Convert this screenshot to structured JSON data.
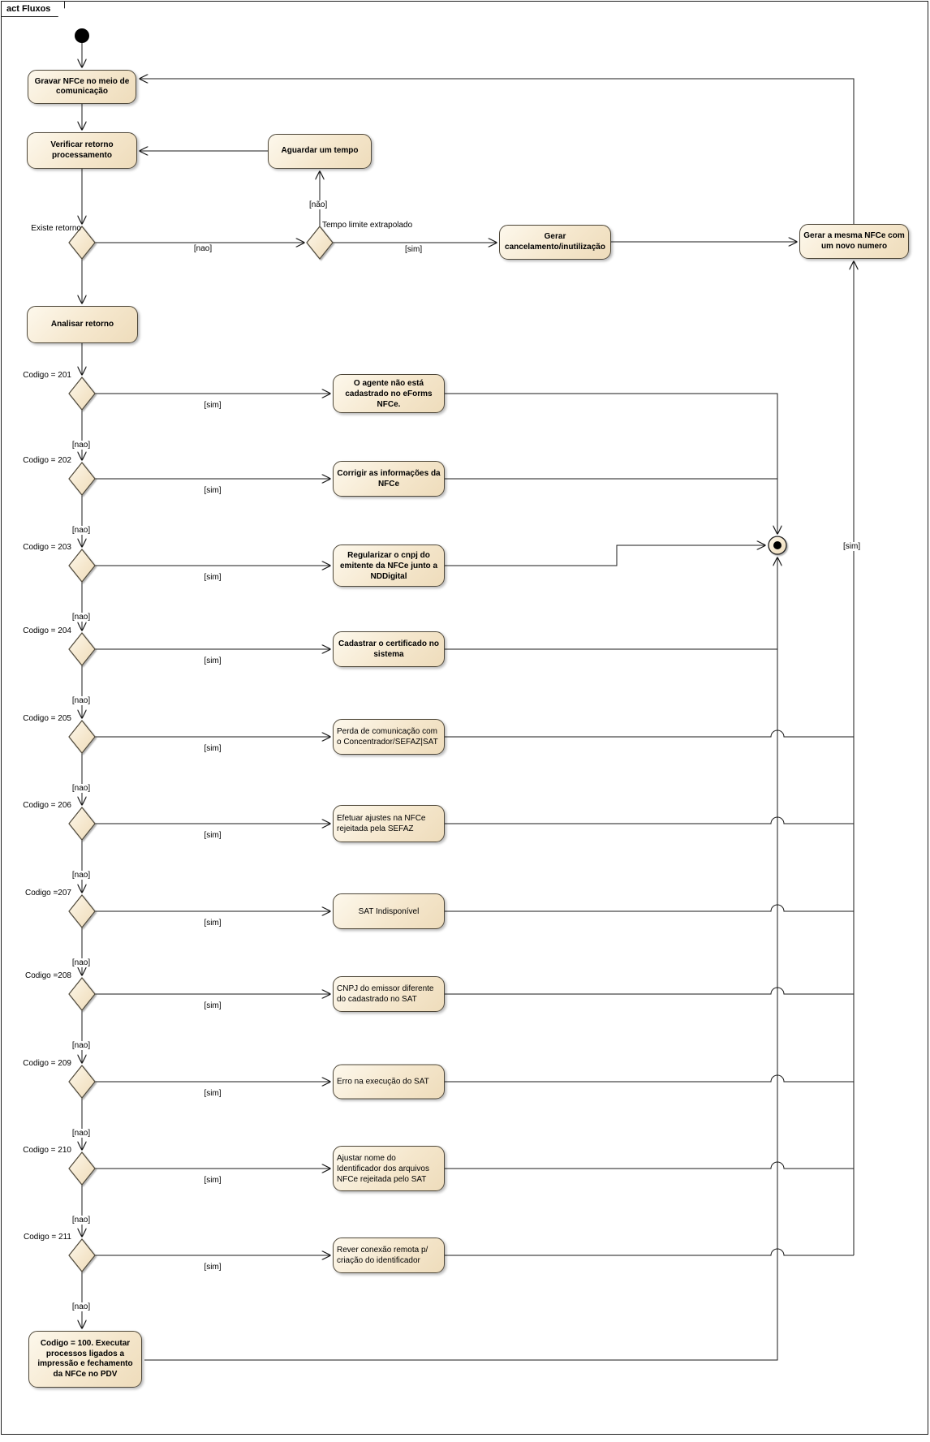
{
  "frame": {
    "title": "act Fluxos"
  },
  "colors": {
    "node_fill_light": "#fdf8ec",
    "node_fill_mid": "#f5e7cd",
    "node_fill_dark": "#eedcbb",
    "node_border": "#4f483a",
    "line": "#1a1a1a"
  },
  "nodes": {
    "gravar": {
      "label": "Gravar NFCe no meio de comunicação"
    },
    "verificar": {
      "label": "Verificar retorno processamento"
    },
    "aguardar": {
      "label": "Aguardar um tempo"
    },
    "cancelamento": {
      "label": "Gerar cancelamento/inutilização"
    },
    "mesma": {
      "label": "Gerar a mesma NFCe com um novo numero"
    },
    "analisar": {
      "label": "Analisar retorno"
    },
    "codigo100": {
      "label": "Codigo = 100. Executar processos ligados a impressão e fechamento da NFCe no PDV"
    }
  },
  "labels": {
    "existe_retorno": "Existe retorno",
    "tempo_limite": "Tempo limite extrapolado",
    "sim": "[sim]",
    "nao": "[nao]",
    "nao_accent": "[não]"
  },
  "rows": [
    {
      "code": "Codigo = 201",
      "action": "O agente não está cadastrado no eForms NFCe."
    },
    {
      "code": "Codigo = 202",
      "action": "Corrigir as informações da NFCe"
    },
    {
      "code": "Codigo = 203",
      "action": "Regularizar o cnpj do emitente da NFCe junto a NDDigital"
    },
    {
      "code": "Codigo = 204",
      "action": "Cadastrar o certificado no sistema"
    },
    {
      "code": "Codigo = 205",
      "action": "Perda de comunicação com o Concentrador/SEFAZ|SAT"
    },
    {
      "code": "Codigo = 206",
      "action": "Efetuar ajustes na NFCe rejeitada pela SEFAZ"
    },
    {
      "code": "Codigo =207",
      "action": "SAT Indisponível"
    },
    {
      "code": "Codigo =208",
      "action": "CNPJ do emissor diferente do cadastrado no SAT"
    },
    {
      "code": "Codigo = 209",
      "action": "Erro na execução do SAT"
    },
    {
      "code": "Codigo = 210",
      "action": "Ajustar nome do Identificador dos arquivos\nNFCe rejeitada pelo SAT"
    },
    {
      "code": "Codigo = 211",
      "action": "Rever conexão remota p/ criação do identificador"
    }
  ]
}
